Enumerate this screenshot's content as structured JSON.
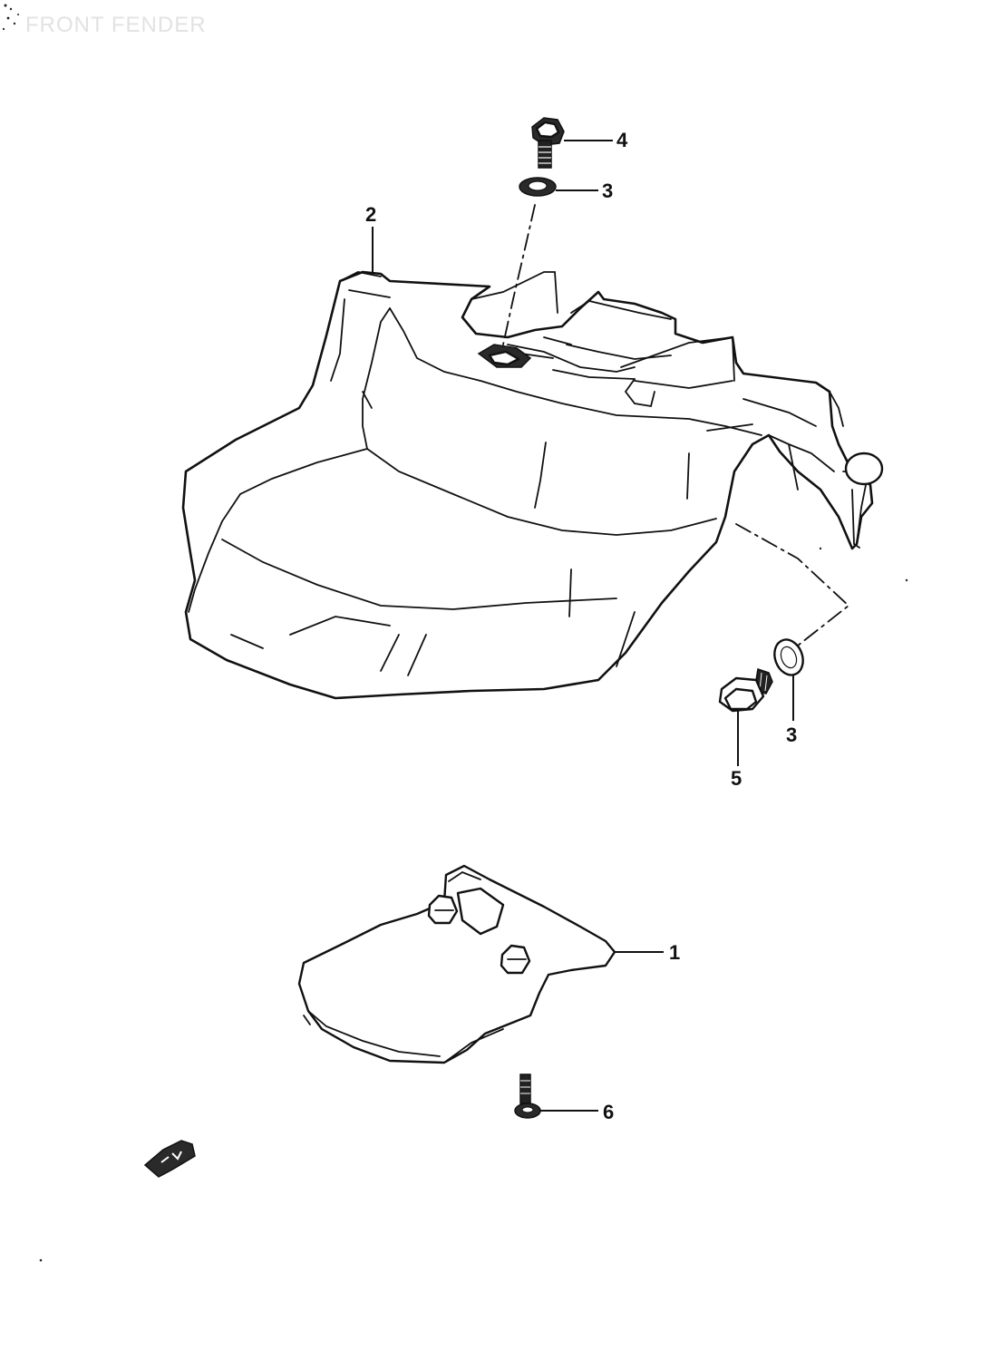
{
  "title": "FRONT FENDER",
  "callouts": {
    "c1": "1",
    "c2": "2",
    "c3a": "3",
    "c3b": "3",
    "c4": "4",
    "c5": "5",
    "c6": "6"
  },
  "colors": {
    "line": "#111111",
    "title": "#e2e2e2",
    "background": "#ffffff"
  },
  "icons": {
    "direction_arrow": "forward-arrow-icon"
  }
}
